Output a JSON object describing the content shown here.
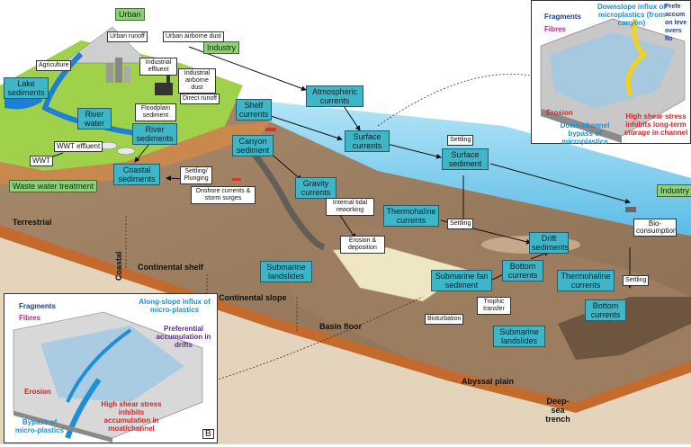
{
  "terrestrial": {
    "urban": "Urban",
    "industry": "Industry",
    "urban_runoff": "Urban runoff",
    "urban_airborne_dust": "Urban airborne dust",
    "agriculture": "Agriculture",
    "industrial_effluent": "Industrial effluent",
    "industrial_airborne_dust": "Industrial airborne dust",
    "direct_runoff": "Direct runoff",
    "floodplain_sediment": "Floodplain sediment",
    "lake_sediments": "Lake sediments",
    "river_water": "River water",
    "river_sediments": "River sediments",
    "wwt_effluent": "WWT effluent",
    "wwt": "WWT",
    "waste_water_treatment": "Waste water treatment",
    "terrestrial_label": "Terrestrial"
  },
  "marine": {
    "atmospheric_currents": "Atmospheric currents",
    "shelf_currents": "Shelf currents",
    "canyon_sediment": "Canyon sediment",
    "surface_currents": "Surface currents",
    "surface_sediment": "Surface sediment",
    "settling": "Settling",
    "settling_plunging": "Settling/ Plunging",
    "coastal_sediments": "Coastal sediments",
    "onshore_currents": "Onshore currents & storm surges",
    "gravity_currents": "Gravity currents",
    "internal_tidal_reworking": "Internal tidal reworking",
    "thermohaline_currents": "Thermohaline currents",
    "erosion_deposition": "Erosion & deposition",
    "drift_sediments": "Drift sediments",
    "bottom_currents": "Bottom currents",
    "submarine_fan_sediment": "Submarine fan sediment",
    "submarine_landslides": "Submarine landslides",
    "trophic_transfer": "Trophic transfer",
    "bioturbation": "Bioturbation",
    "bio_consumption": "Bio-consumption",
    "industry": "Industry",
    "coastal": "Coastal",
    "continental_shelf": "Continental shelf",
    "continental_slope": "Continental slope",
    "basin_floor": "Basin floor",
    "abyssal_plain": "Abyssal plain",
    "deep_sea_trench": "Deep-sea trench"
  },
  "inset_a": {
    "fragments": "Fragments",
    "fibres": "Fibres",
    "downslope_influx": "Downslope influx of microplastics (from canyon)",
    "preferential": "Prefe accum on leve overs flo",
    "erosion": "Erosion",
    "down_channel": "Down-channel bypass of microplastics",
    "high_shear": "High shear stress inhibits long-term storage in channel"
  },
  "inset_b": {
    "fragments": "Fragments",
    "fibres": "Fibres",
    "along_slope": "Along-slope influx of micro-plastics",
    "preferential": "Preferential accumulation in drifts",
    "erosion": "Erosion",
    "high_shear": "High shear stress inhibits accumulation in moat/channel",
    "bypass": "Bypass of micro-plastics",
    "panel_letter": "B"
  },
  "colors": {
    "ocean": "#8fd4f0",
    "land_green": "#9fd24a",
    "sediment_brown": "#b49276",
    "crust": "#d9c5a8",
    "box_teal": "#3fb6c8",
    "box_green": "#8fcf7a",
    "fan_cream": "#efe6c4"
  }
}
